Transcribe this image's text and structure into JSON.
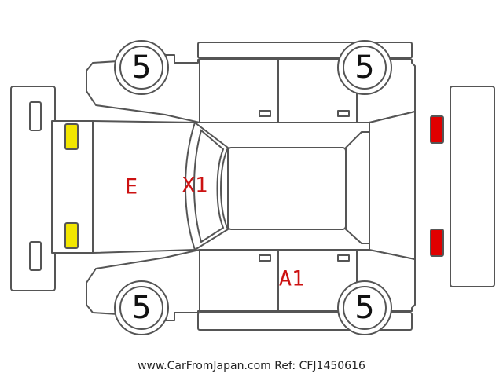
{
  "tyres": {
    "front_left": "5",
    "front_right": "5",
    "rear_left": "5",
    "rear_right": "5"
  },
  "marks": {
    "hood": "E",
    "windshield": "X1",
    "right_side": "A1"
  },
  "lights": {
    "front_color": "#f2e600",
    "rear_color": "#e00000"
  },
  "footer": "www.CarFromJapan.com Ref: CFJ1450616"
}
